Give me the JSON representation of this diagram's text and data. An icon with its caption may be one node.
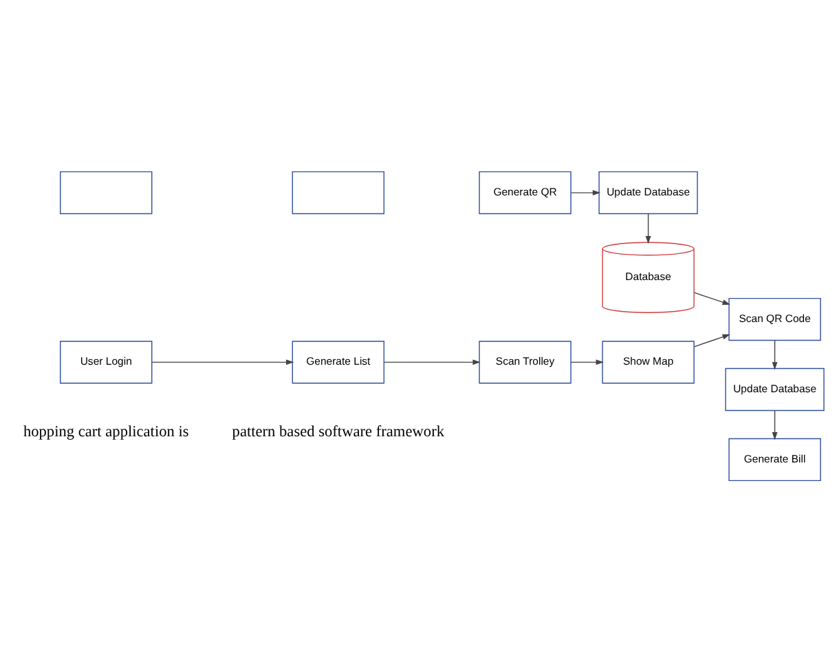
{
  "diagram": {
    "nodes": [
      {
        "text": [],
        "shape": "box"
      },
      {
        "text": [],
        "shape": "box"
      },
      {
        "text": [
          "Generate QR"
        ]
      },
      {
        "text": [
          "Update Database"
        ]
      },
      {
        "text": [
          "Database"
        ]
      },
      {
        "text": [
          "User Login"
        ]
      },
      {
        "text": [
          "Generate List"
        ]
      },
      {
        "text": [
          "Scan Trolley"
        ]
      },
      {
        "text": [
          "Show Map"
        ]
      },
      {
        "text": [
          "Scan QR Code"
        ]
      },
      {
        "text": [
          "Update Database"
        ]
      },
      {
        "text": [
          "Generate Bill"
        ]
      }
    ],
    "edges": [
      {
        "from": 2,
        "to": 3,
        "arrow": "to"
      },
      {
        "from": 3,
        "to": 4,
        "arrow": "to"
      },
      {
        "from": 4,
        "to": 9,
        "arrow": "to"
      },
      {
        "from": 5,
        "to": 6,
        "arrow": "to"
      },
      {
        "from": 6,
        "to": 7,
        "arrow": "to"
      },
      {
        "from": 7,
        "to": 8,
        "arrow": "to"
      },
      {
        "from": 8,
        "to": 9,
        "arrow": "to"
      },
      {
        "from": 9,
        "to": 10,
        "arrow": "to"
      },
      {
        "from": 10,
        "to": 11,
        "arrow": "to"
      }
    ],
    "labels": [
      "hopping cart application is",
      "pattern based software framework"
    ]
  }
}
